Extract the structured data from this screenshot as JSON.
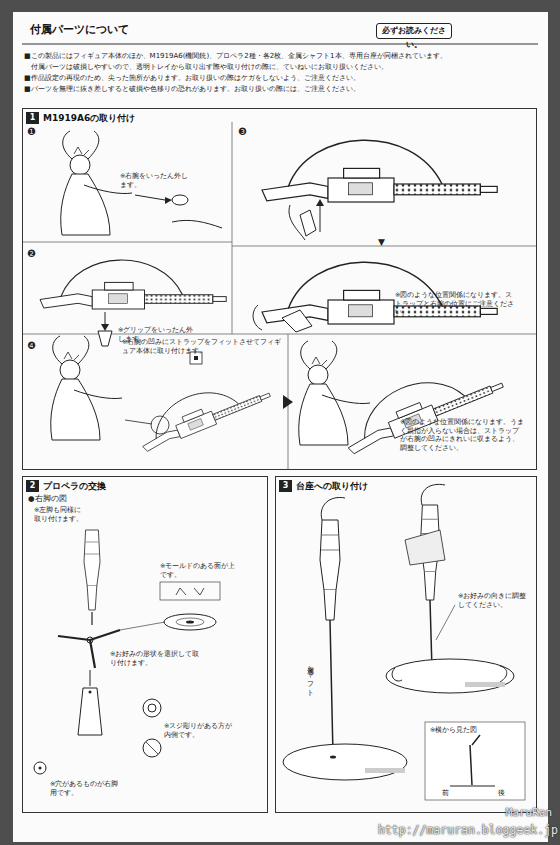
{
  "diagram": {
    "title": "付属パーツについて",
    "nodes": [
      {
        "text": [
          "必ずお読みください。"
        ]
      },
      {
        "text": [
          "M1919A6の取り付け"
        ]
      },
      {
        "text": [
          "1"
        ],
        "in": 1
      },
      {
        "text": [
          "プロペラの交換"
        ]
      },
      {
        "text": [
          "2"
        ],
        "in": 3
      },
      {
        "text": [
          "台座への取り付け"
        ]
      },
      {
        "text": [
          "3"
        ],
        "in": 5
      }
    ],
    "labels": [
      "■この製品にはフィギュア本体のほか、M1919A6(機関銃)、プロペラ2種・各2枚、金属シャフト1本、専用台座が同梱されています。",
      "付属パーツは破損しやすいので、透明トレイから取り出す際や取り付けの際に、ていねいにお取り扱いください。",
      "■作品設定の再現のため、尖った箇所があります。お取り扱いの際はケガをしないよう、ご注意ください。",
      "■パーツを無理に抜き差しすると破損や色移りの恐れがあります。お取り扱いの際には、ご注意ください。",
      "❶",
      "※右腕をいったん外します。",
      "❷",
      "※グリップをいったん外します。",
      "❸",
      "▼",
      "※図のような位置関係になります。ストラップと右腕の位置にご注意ください。",
      "❹",
      "※右腕の凹みにストラップをフィットさせてフィギュア本体に取り付けます。",
      "※図のような位置関係になります。うまく親指が入らない場合は、ストラップが右腕の凹みにきれいに収まるよう、調整してください。",
      "●右脚の図",
      "※左脚も同様に取り付けます。",
      "※モールドのある面が上です。",
      "※お好みの形状を選択して取り付けます。",
      "※スジ彫りがある方が内側です。",
      "※穴があるものが右脚用です。",
      "※お好みの向きに調整してください。",
      "金属シャフト",
      "※横から見た図",
      "前",
      "後",
      "MaruRan",
      "http://maruran.bloggeek.jp"
    ]
  }
}
